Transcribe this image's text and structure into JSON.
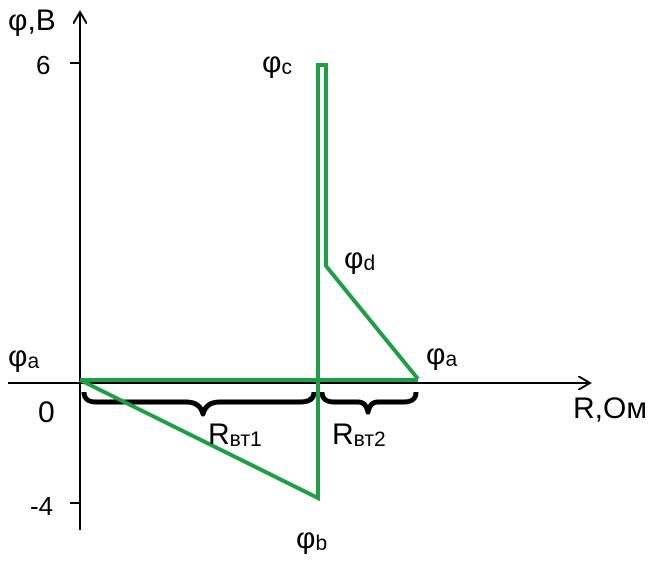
{
  "axes": {
    "y_label_main": "φ",
    "y_label_unit": ",B",
    "x_label": "R,Ом",
    "y_ticks": [
      "6",
      "0",
      "-4"
    ]
  },
  "points": {
    "a_left": {
      "main": "φ",
      "sub": "a"
    },
    "a_right": {
      "main": "φ",
      "sub": "a"
    },
    "b": {
      "main": "φ",
      "sub": "b"
    },
    "c": {
      "main": "φ",
      "sub": "c"
    },
    "d": {
      "main": "φ",
      "sub": "d"
    }
  },
  "resistances": {
    "r1": {
      "main": "R",
      "sub": "вт1"
    },
    "r2": {
      "main": "R",
      "sub": "вт2"
    }
  },
  "colors": {
    "curve": "#1e9e45",
    "axis": "#000000"
  },
  "chart_data": {
    "type": "line",
    "y_range": [
      -4,
      6
    ],
    "series": [
      {
        "x": [
          0,
          1,
          1,
          1,
          2,
          2,
          3
        ],
        "y": [
          0,
          -3.7,
          0,
          6,
          6,
          2,
          0
        ]
      },
      {
        "x": [
          0,
          3
        ],
        "y": [
          0,
          0
        ]
      }
    ]
  }
}
